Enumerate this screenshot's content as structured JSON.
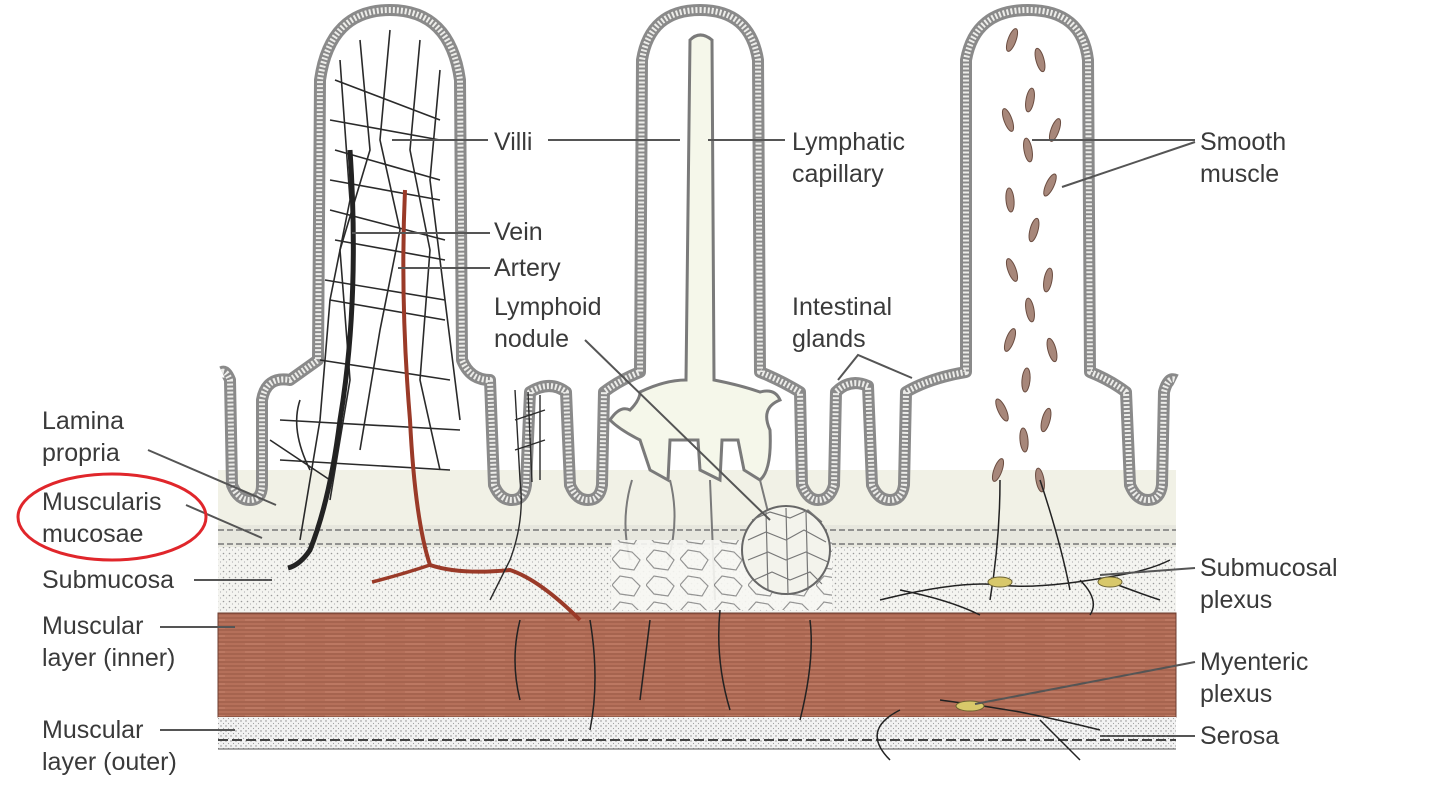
{
  "labels": {
    "villi": "Villi",
    "lymphatic_capillary": [
      "Lymphatic",
      "capillary"
    ],
    "smooth_muscle": [
      "Smooth",
      "muscle"
    ],
    "vein": "Vein",
    "artery": "Artery",
    "lymphoid_nodule": [
      "Lymphoid",
      "nodule"
    ],
    "intestinal_glands": [
      "Intestinal",
      "glands"
    ],
    "lamina_propria": [
      "Lamina",
      "propria"
    ],
    "muscularis_mucosae": [
      "Muscularis",
      "mucosae"
    ],
    "submucosa": "Submucosa",
    "muscular_inner": [
      "Muscular",
      "layer (inner)"
    ],
    "muscular_outer": [
      "Muscular",
      "layer (outer)"
    ],
    "submucosal_plexus": [
      "Submucosal",
      "plexus"
    ],
    "myenteric_plexus": [
      "Myenteric",
      "plexus"
    ],
    "serosa": "Serosa"
  },
  "colors": {
    "highlight_circle": "#e0262b",
    "muscle_layer": "#b5705a",
    "epithelium": "#8a8a8a",
    "artery": "#9a3a28",
    "label_text": "#3a3a3a"
  }
}
